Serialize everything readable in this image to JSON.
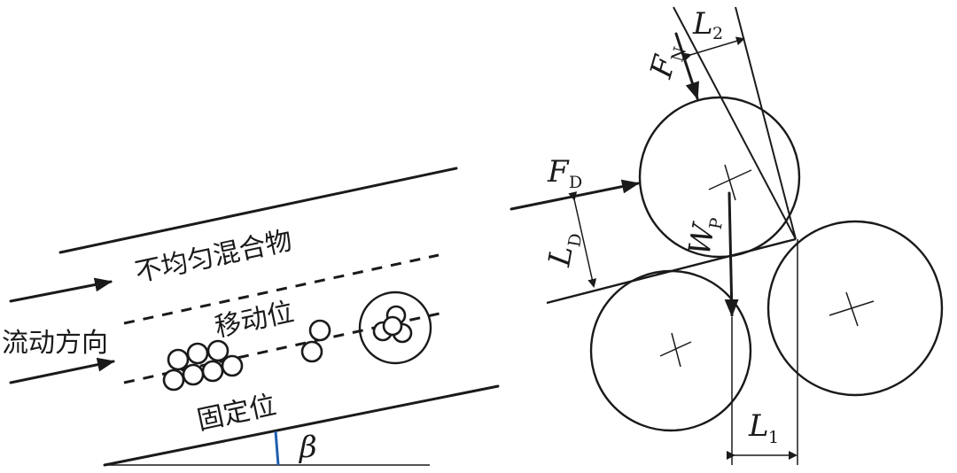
{
  "left_diagram": {
    "mixture_label": "不均匀混合物",
    "flow_label": "流动方向",
    "moving_label": "移动位",
    "fixed_label": "固定位",
    "angle_symbol": "β",
    "angle_color": "#1f5fb0"
  },
  "right_diagram": {
    "fn": {
      "main": "F",
      "sub": "N"
    },
    "l2": {
      "main": "L",
      "sub": "2"
    },
    "fd": {
      "main": "F",
      "sub": "D"
    },
    "ld": {
      "main": "L",
      "sub": "D"
    },
    "wp": {
      "main": "W",
      "sub": "P"
    },
    "l1": {
      "main": "L",
      "sub": "1"
    }
  }
}
